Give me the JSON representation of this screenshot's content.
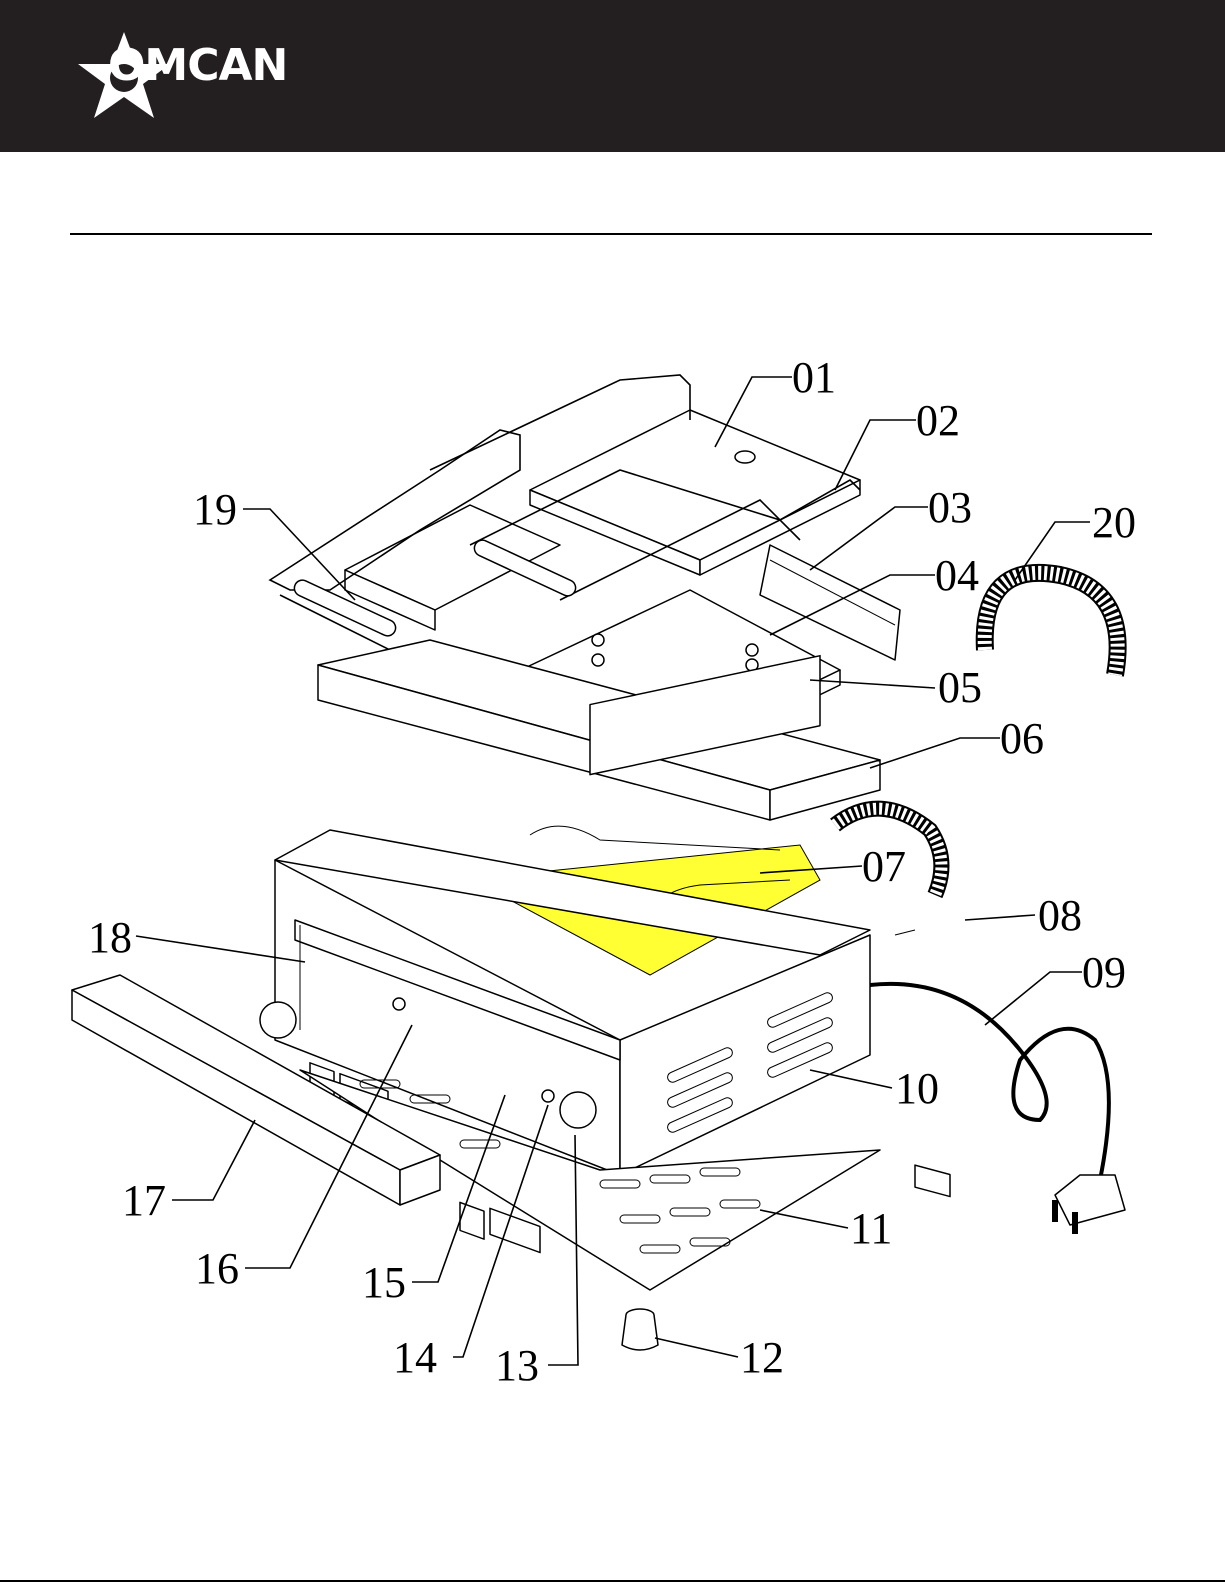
{
  "brand": {
    "name": "OMCAN",
    "logo_icon": "star-icon"
  },
  "colors": {
    "header_bg": "#231f20",
    "highlight": "#ffff33"
  },
  "callouts": [
    {
      "id": "01",
      "label": "01"
    },
    {
      "id": "02",
      "label": "02"
    },
    {
      "id": "03",
      "label": "03"
    },
    {
      "id": "04",
      "label": "04"
    },
    {
      "id": "05",
      "label": "05"
    },
    {
      "id": "06",
      "label": "06"
    },
    {
      "id": "07",
      "label": "07"
    },
    {
      "id": "08",
      "label": "08"
    },
    {
      "id": "09",
      "label": "09"
    },
    {
      "id": "10",
      "label": "10"
    },
    {
      "id": "11",
      "label": "11"
    },
    {
      "id": "12",
      "label": "12"
    },
    {
      "id": "13",
      "label": "13"
    },
    {
      "id": "14",
      "label": "14"
    },
    {
      "id": "15",
      "label": "15"
    },
    {
      "id": "16",
      "label": "16"
    },
    {
      "id": "17",
      "label": "17"
    },
    {
      "id": "18",
      "label": "18"
    },
    {
      "id": "19",
      "label": "19"
    },
    {
      "id": "20",
      "label": "20"
    }
  ],
  "highlighted_part": "07"
}
